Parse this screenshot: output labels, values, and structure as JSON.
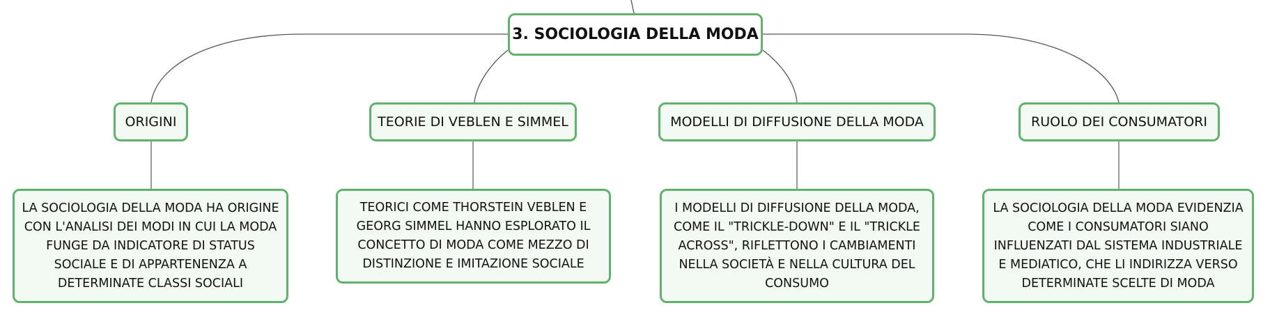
{
  "root": {
    "label": "3. SOCIOLOGIA DELLA MODA"
  },
  "branches": [
    {
      "label": "ORIGINI",
      "detail": "LA SOCIOLOGIA DELLA MODA HA ORIGINE CON L'ANALISI DEI MODI IN CUI LA MODA FUNGE DA INDICATORE DI STATUS SOCIALE E DI APPARTENENZA A DETERMINATE CLASSI SOCIALI"
    },
    {
      "label": "TEORIE DI VEBLEN E SIMMEL",
      "detail": "TEORICI COME THORSTEIN VEBLEN E GEORG SIMMEL HANNO ESPLORATO IL CONCETTO DI MODA COME MEZZO DI DISTINZIONE E IMITAZIONE SOCIALE"
    },
    {
      "label": "MODELLI DI DIFFUSIONE DELLA MODA",
      "detail": "I MODELLI DI DIFFUSIONE DELLA MODA, COME IL \"TRICKLE-DOWN\" E IL \"TRICKLE ACROSS\", RIFLETTONO I CAMBIAMENTI NELLA SOCIETÀ E NELLA CULTURA DEL CONSUMO"
    },
    {
      "label": "RUOLO DEI CONSUMATORI",
      "detail": "LA SOCIOLOGIA DELLA MODA EVIDENZIA COME I CONSUMATORI SIANO INFLUENZATI DAL SISTEMA INDUSTRIALE E MEDIATICO, CHE LI INDIRIZZA VERSO DETERMINATE SCELTE DI MODA"
    }
  ],
  "colors": {
    "node_border": "#5fb36a",
    "node_fill": "#f3f9f3",
    "connector": "#555555"
  }
}
